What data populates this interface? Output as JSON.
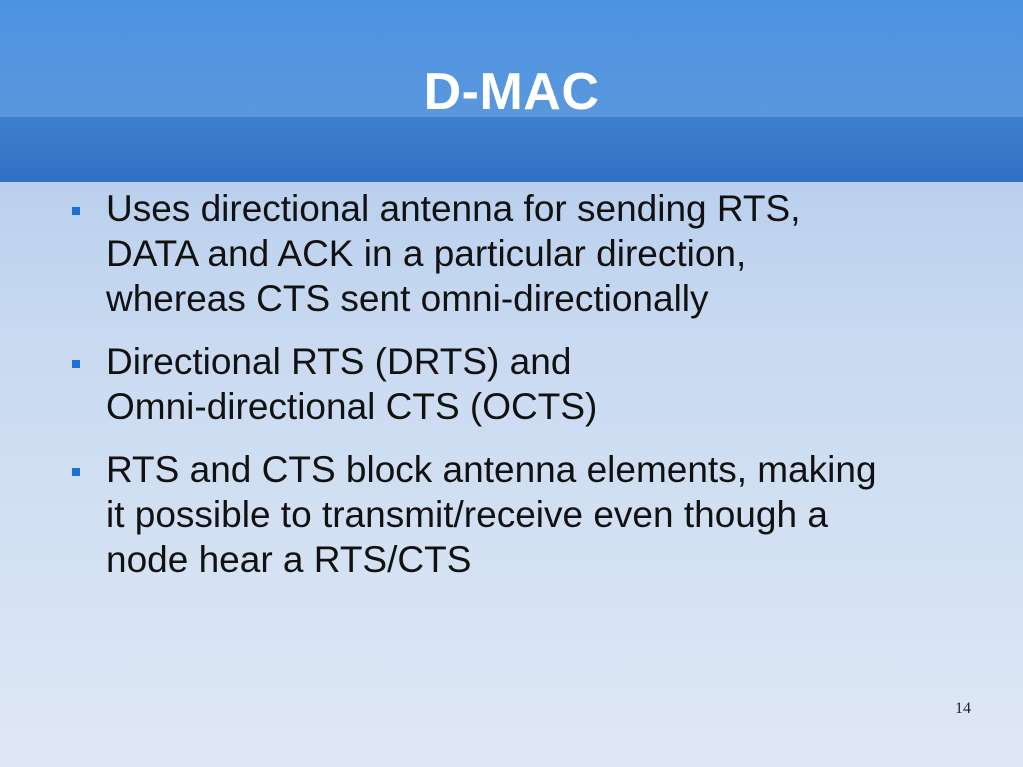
{
  "slide": {
    "title": "D-MAC",
    "bullets": [
      {
        "text": "Uses directional antenna for sending RTS,\nDATA and ACK in a particular direction,\nwhereas CTS sent omni-directionally"
      },
      {
        "text": "Directional RTS (DRTS) and\nOmni-directional CTS (OCTS)"
      },
      {
        "text": "RTS and CTS block antenna elements, making\nit possible to transmit/receive even though a\nnode hear a RTS/CTS"
      }
    ],
    "page_number": "14"
  },
  "colors": {
    "title_bar": "#4a8fe0",
    "title_text": "#ffffff",
    "bullet_marker": "#1f6fd1",
    "body_text": "#111111"
  }
}
